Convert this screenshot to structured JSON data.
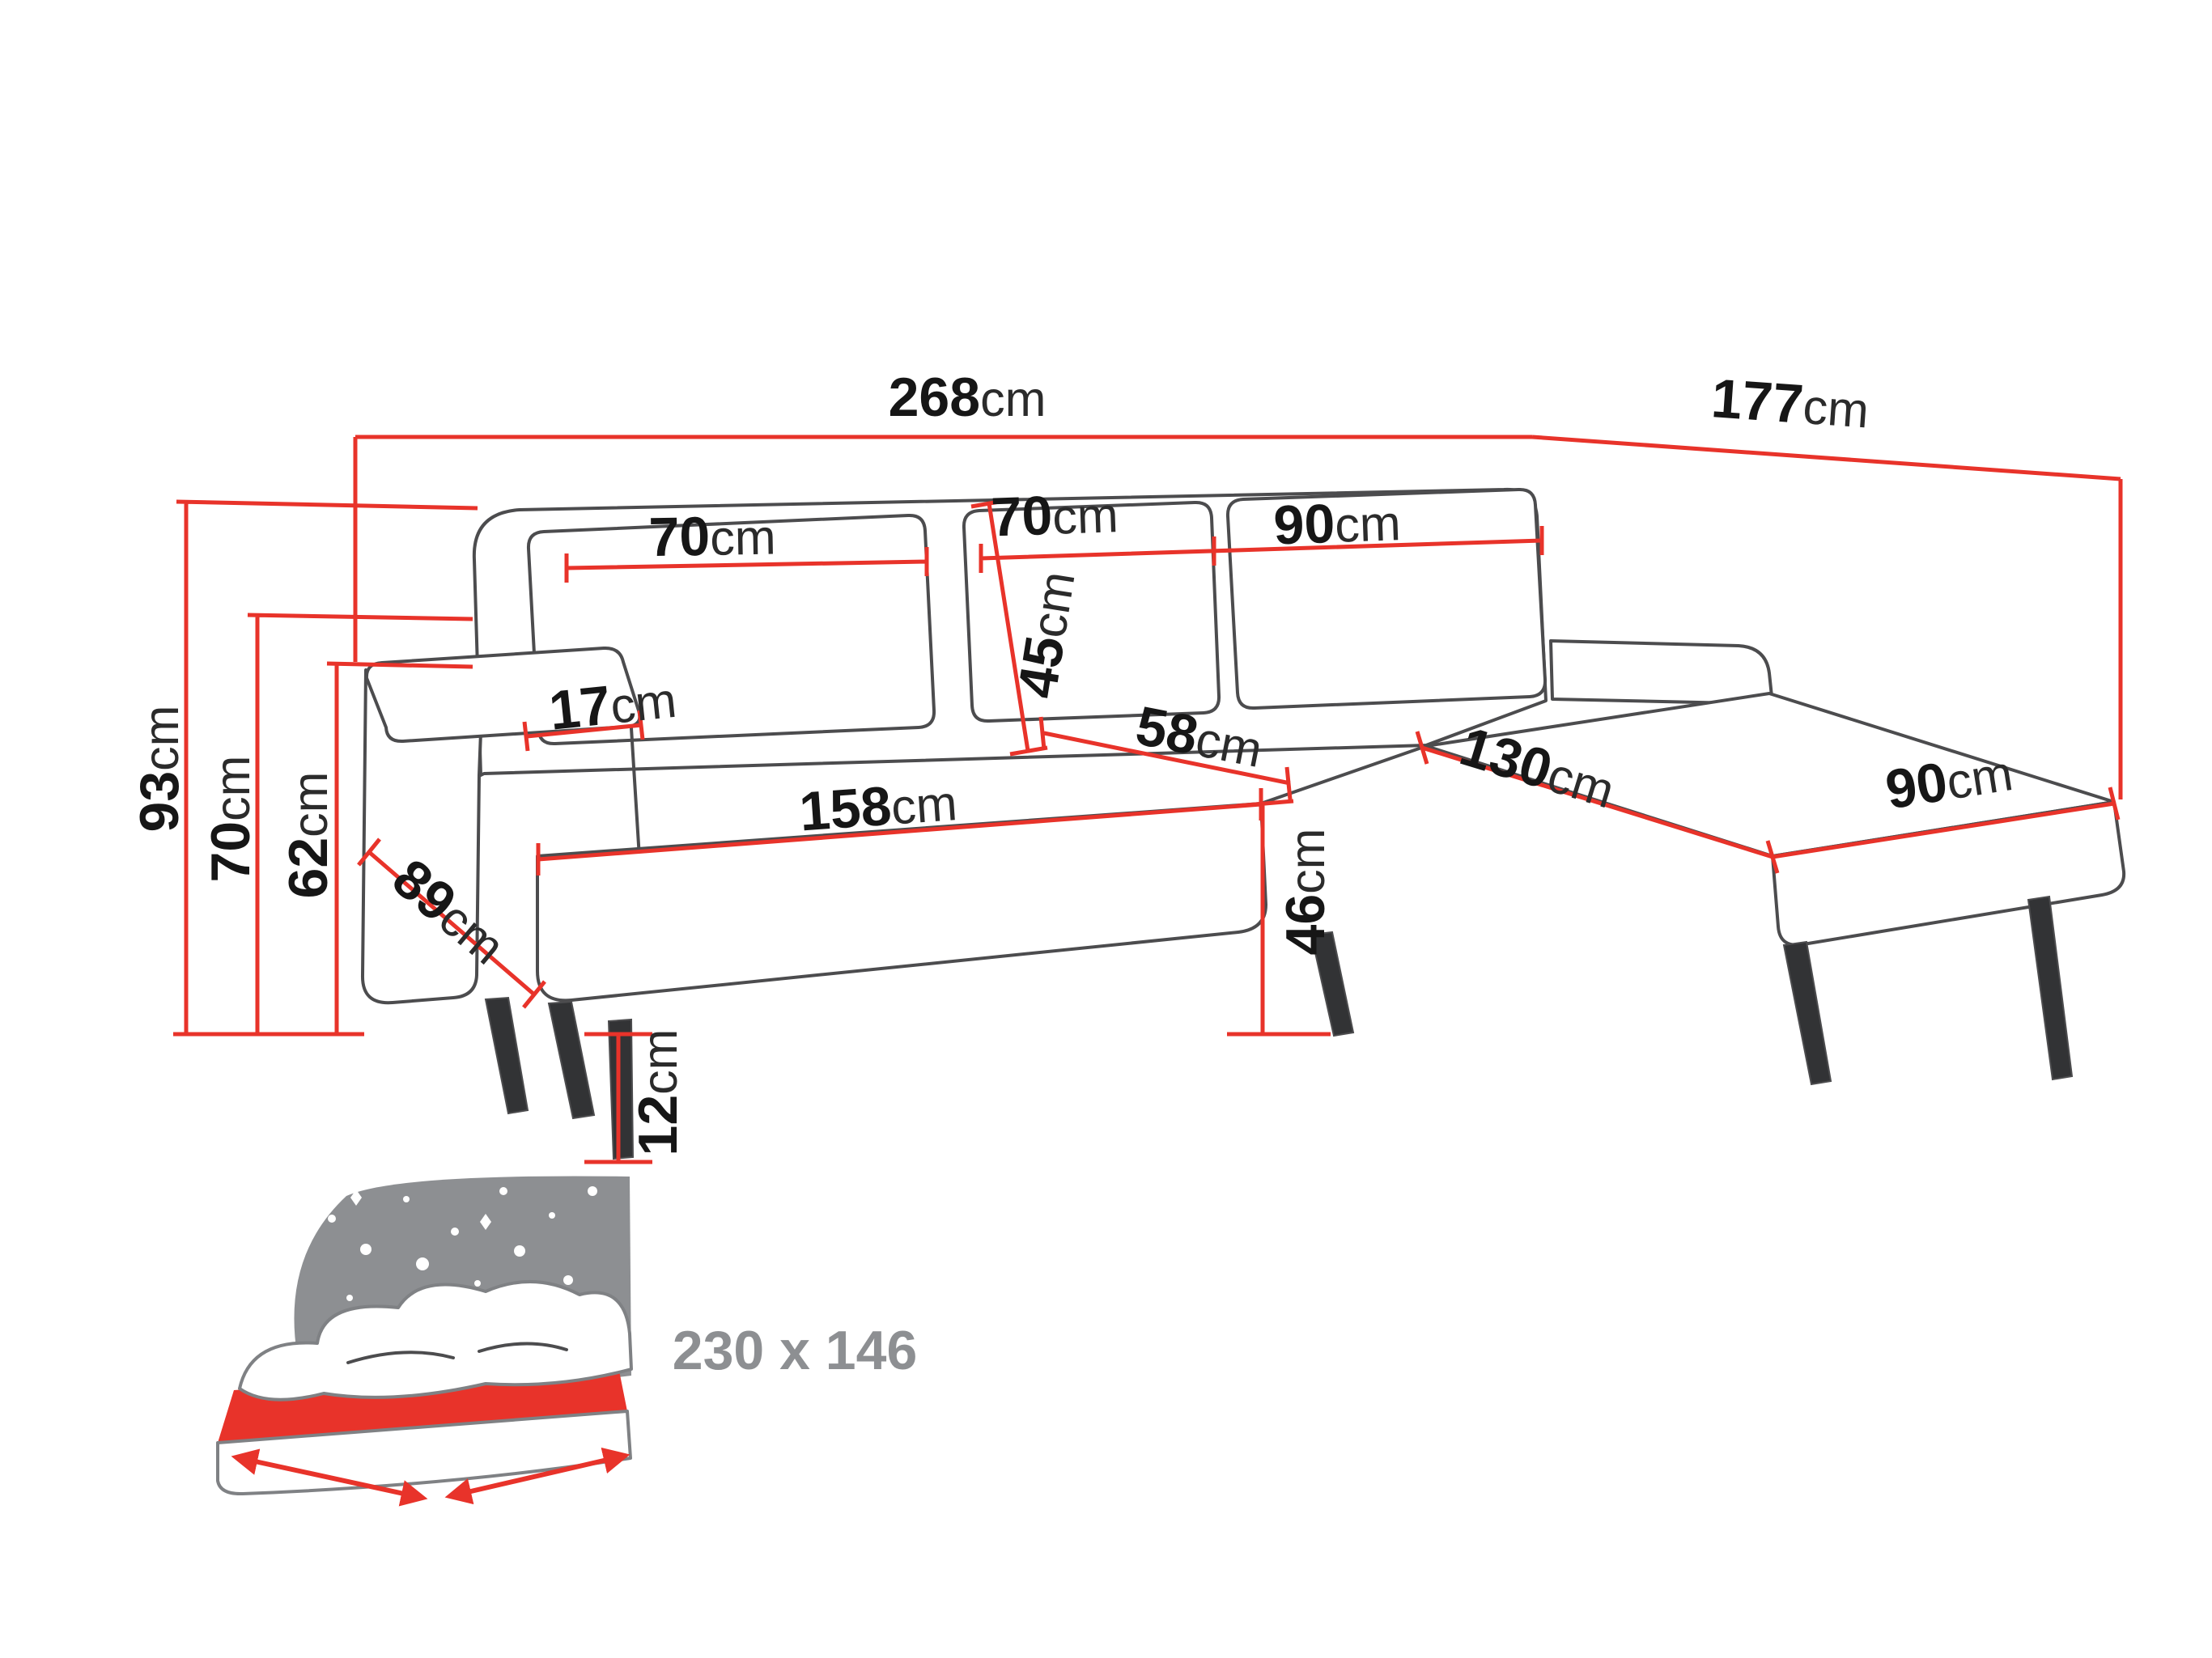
{
  "diagram": {
    "type": "corner-sofa-dimension-drawing",
    "colors": {
      "dimension_red": "#e8332a",
      "outline_gray": "#4c4c4e",
      "text_black": "#161616",
      "muted_gray": "#8d8f92"
    },
    "dimensions": {
      "total_width": {
        "value": "268",
        "unit": "cm"
      },
      "total_depth": {
        "value": "177",
        "unit": "cm"
      },
      "back_cushion_1": {
        "value": "70",
        "unit": "cm"
      },
      "back_cushion_2": {
        "value": "70",
        "unit": "cm"
      },
      "back_cushion_3": {
        "value": "90",
        "unit": "cm"
      },
      "back_cushion_height": {
        "value": "45",
        "unit": "cm"
      },
      "armrest_top_width": {
        "value": "17",
        "unit": "cm"
      },
      "seat_depth": {
        "value": "58",
        "unit": "cm"
      },
      "chaise_length": {
        "value": "130",
        "unit": "cm"
      },
      "chaise_front_width": {
        "value": "90",
        "unit": "cm"
      },
      "seat_front_width": {
        "value": "158",
        "unit": "cm"
      },
      "side_depth": {
        "value": "89",
        "unit": "cm"
      },
      "total_height": {
        "value": "93",
        "unit": "cm"
      },
      "back_height": {
        "value": "70",
        "unit": "cm"
      },
      "armrest_height": {
        "value": "62",
        "unit": "cm"
      },
      "seat_height": {
        "value": "46",
        "unit": "cm"
      },
      "leg_height": {
        "value": "12",
        "unit": "cm"
      }
    },
    "sleeping_area": {
      "value": "230 x 146",
      "unit": ""
    }
  }
}
